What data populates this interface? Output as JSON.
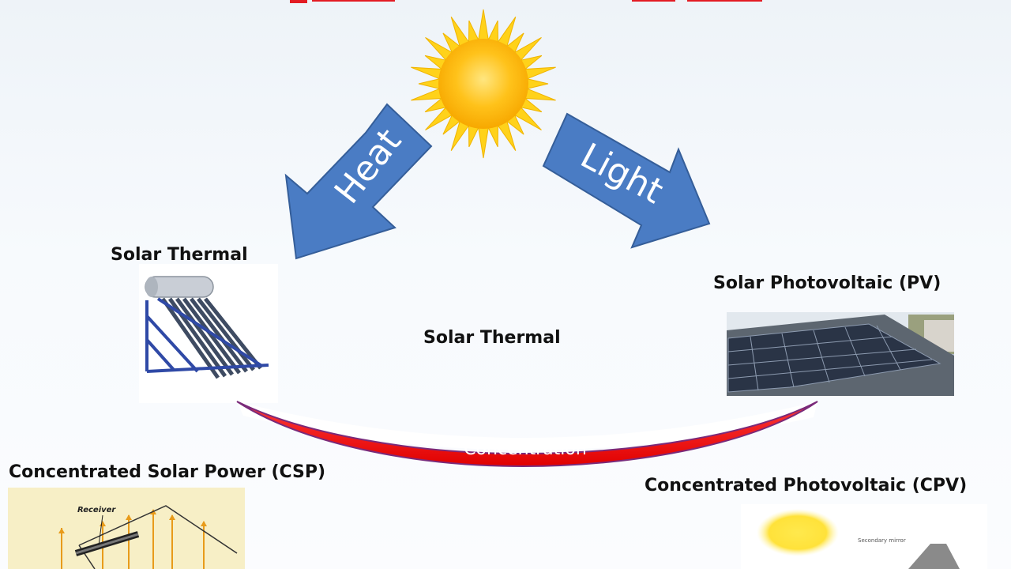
{
  "diagram": {
    "arrows": {
      "heat": "Heat",
      "light": "Light",
      "concentration": "Concentration"
    },
    "labels": {
      "solar_thermal": "Solar Thermal",
      "center": "Solar Thermal",
      "pv": "Solar Photovoltaic (PV)",
      "csp": "Concentrated Solar Power (CSP)",
      "cpv": "Concentrated Photovoltaic (CPV)"
    },
    "illustration_text": {
      "receiver": "Receiver",
      "secondary_mirror": "Secondary mirror"
    }
  },
  "colors": {
    "arrow_blue": "#4a7cc4",
    "arrow_blue_stroke": "#355e99",
    "concentration_red": "#ff1a1a",
    "title_red": "#e31b23",
    "sun_core": "#ffc21a",
    "sun_ray": "#ffd21a"
  },
  "icons": [
    "sun-icon",
    "solar-water-heater-image",
    "solar-panel-roof-image",
    "csp-trough-image",
    "cpv-diagram-image"
  ]
}
